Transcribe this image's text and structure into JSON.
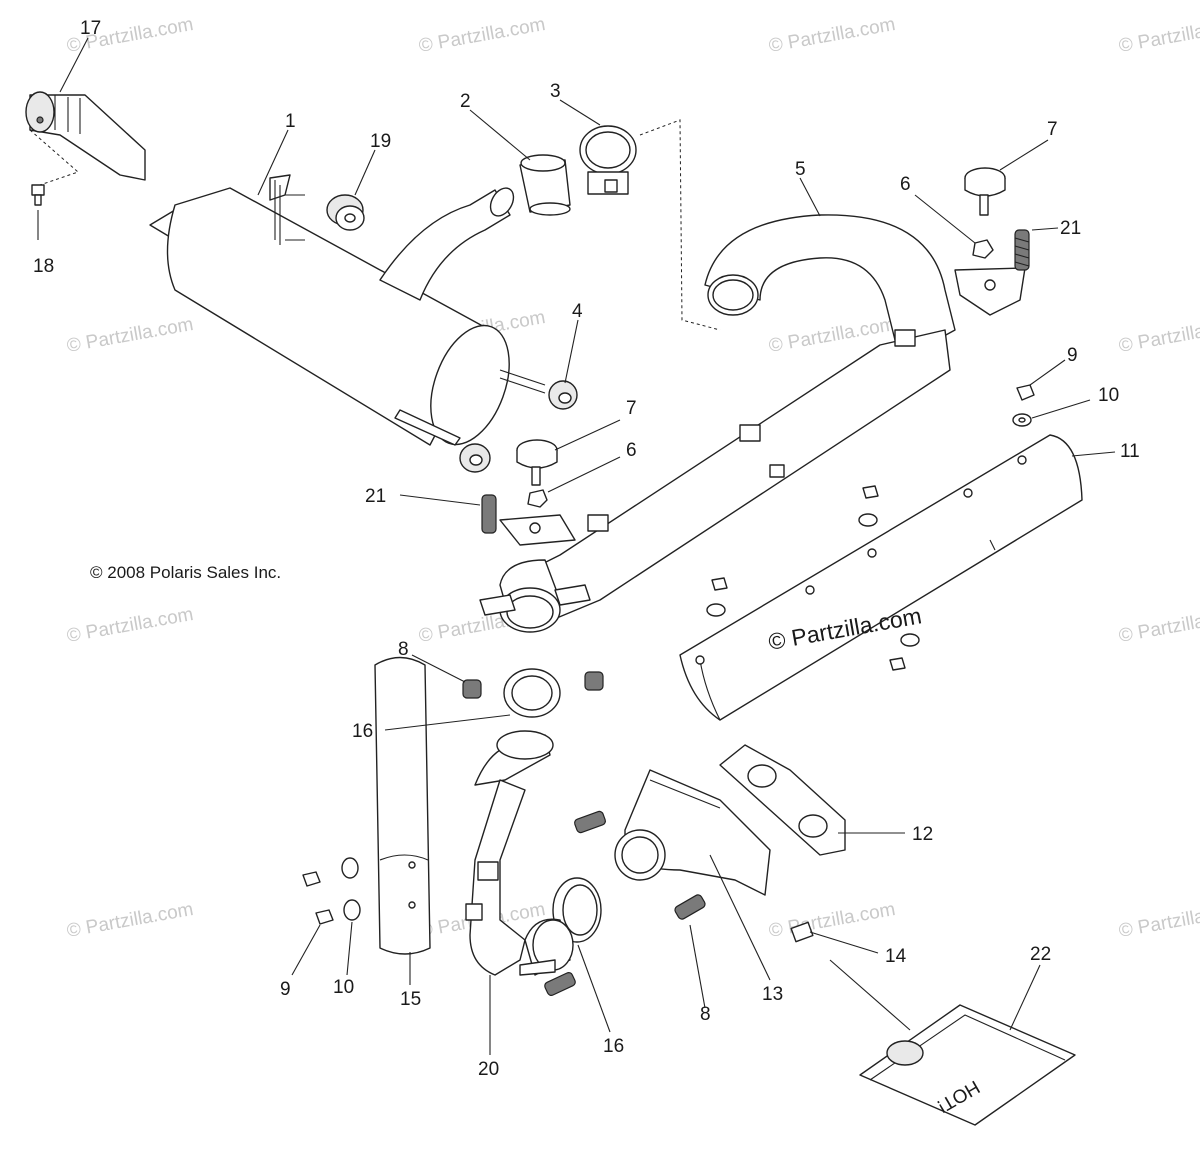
{
  "copyright": "© 2008 Polaris Sales Inc.",
  "watermark": "© Partzilla.com",
  "watermark_center": "© Partzilla.com",
  "callouts": {
    "c1": "1",
    "c2": "2",
    "c3": "3",
    "c4": "4",
    "c5": "5",
    "c6a": "6",
    "c6b": "6",
    "c7a": "7",
    "c7b": "7",
    "c8a": "8",
    "c8b": "8",
    "c9a": "9",
    "c9b": "9",
    "c10a": "10",
    "c10b": "10",
    "c11": "11",
    "c12": "12",
    "c13": "13",
    "c14": "14",
    "c15": "15",
    "c16a": "16",
    "c16b": "16",
    "c17": "17",
    "c18": "18",
    "c19": "19",
    "c20": "20",
    "c21a": "21",
    "c21b": "21",
    "c22": "22"
  },
  "plate_text": "HOT!"
}
